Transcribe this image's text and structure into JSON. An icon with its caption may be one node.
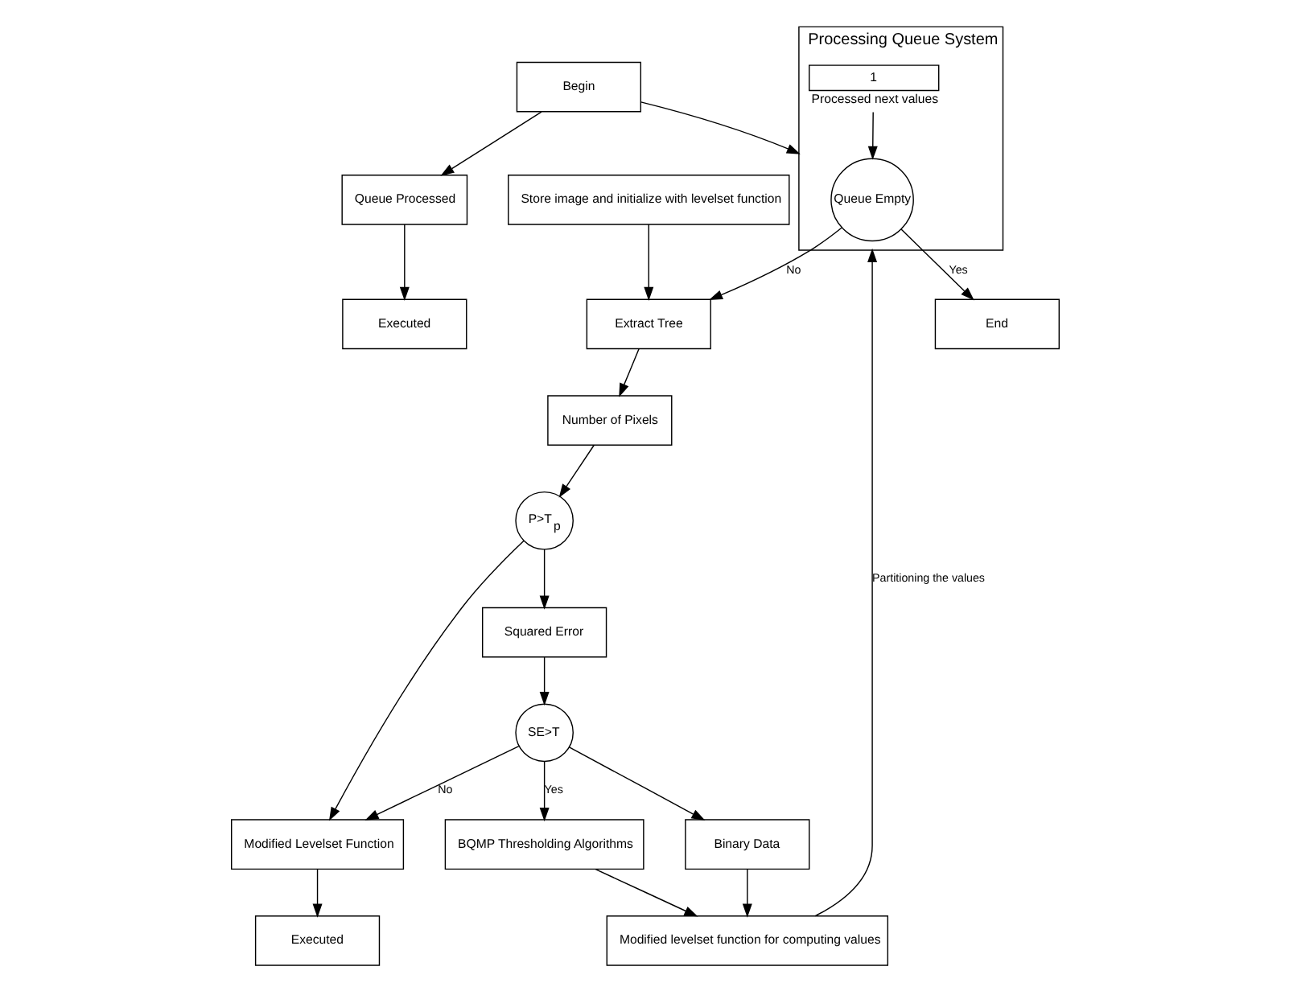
{
  "diagram": {
    "nodes": [
      {
        "text": [
          "Store image and initialize with levelset function"
        ]
      },
      {
        "text": [
          "End"
        ]
      },
      {
        "text": [
          "Begin"
        ]
      },
      {
        "text": [
          "Queue Processed"
        ]
      },
      {
        "text": [
          "Executed"
        ]
      },
      {
        "text": [
          "Processing Queue System"
        ]
      },
      {
        "text": [
          "Queue Empty"
        ],
        "in": 5
      },
      {
        "text": [
          "1"
        ],
        "in": 5,
        "beside": [
          "Processed next values"
        ]
      },
      {
        "text": [
          "Extract Tree"
        ]
      },
      {
        "text": [
          "Number of Pixels"
        ]
      },
      {
        "text": [
          "P>T$_{p}$"
        ]
      },
      {
        "text": [
          "Squared Error"
        ]
      },
      {
        "text": [
          "SE>T"
        ]
      },
      {
        "text": [
          "BQMP Thresholding Algorithms"
        ]
      },
      {
        "text": [
          "Modified levelset function for computing values"
        ]
      },
      {
        "text": [
          "Modified Levelset Function"
        ]
      },
      {
        "text": [
          "Binary Data"
        ]
      },
      {
        "text": [
          "Executed"
        ]
      }
    ],
    "edges": [
      {
        "from": 0,
        "to": 8,
        "arrow": "to"
      },
      {
        "from": 2,
        "to": 5,
        "arrow": "to"
      },
      {
        "from": 2,
        "to": 3,
        "arrow": "to"
      },
      {
        "from": 3,
        "to": 4,
        "arrow": "to"
      },
      {
        "from": 6,
        "to": 1,
        "arrow": "to",
        "label": "Yes"
      },
      {
        "from": 6,
        "to": 8,
        "arrow": "to",
        "label": "No"
      },
      {
        "from": 7,
        "to": 6,
        "arrow": "to"
      },
      {
        "from": 14,
        "to": 5,
        "arrow": "to",
        "label": "Partitioning the values"
      },
      {
        "from": 8,
        "to": 9,
        "arrow": "to"
      },
      {
        "from": 9,
        "to": 10,
        "arrow": "to"
      },
      {
        "from": 10,
        "to": 11,
        "arrow": "to"
      },
      {
        "from": 10,
        "to": 15,
        "arrow": "to"
      },
      {
        "from": 11,
        "to": 12,
        "arrow": "to"
      },
      {
        "from": 12,
        "to": 13,
        "arrow": "to",
        "label": "Yes"
      },
      {
        "from": 12,
        "to": 15,
        "arrow": "to",
        "label": "No"
      },
      {
        "from": 12,
        "to": 16,
        "arrow": "to"
      },
      {
        "from": 13,
        "to": 14,
        "arrow": "to"
      },
      {
        "from": 16,
        "to": 14,
        "arrow": "to"
      },
      {
        "from": 15,
        "to": 17,
        "arrow": "to"
      }
    ]
  }
}
